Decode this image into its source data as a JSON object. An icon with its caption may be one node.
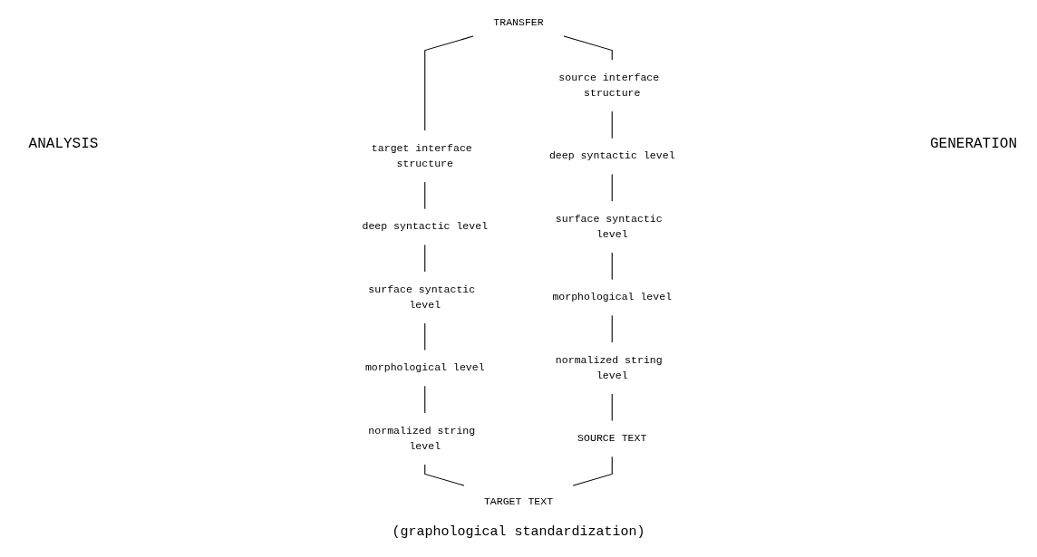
{
  "diagram": {
    "nodes": [
      {
        "text": [
          "TRANSFER"
        ]
      },
      {
        "text": [
          "source interface structure"
        ]
      },
      {
        "text": [
          "target interface structure"
        ]
      },
      {
        "text": [
          "deep syntactic level"
        ]
      },
      {
        "text": [
          "surface syntactic level"
        ]
      },
      {
        "text": [
          "morphological level"
        ]
      },
      {
        "text": [
          "normalized string level"
        ]
      },
      {
        "text": [
          "SOURCE TEXT"
        ]
      },
      {
        "text": [
          "deep syntactic level"
        ]
      },
      {
        "text": [
          "surface syntactic level"
        ]
      },
      {
        "text": [
          "morphological level"
        ]
      },
      {
        "text": [
          "normalized string level"
        ]
      },
      {
        "text": [
          "TARGET TEXT"
        ]
      }
    ],
    "edges": [
      {
        "from": 0,
        "to": 1,
        "arrow": "none"
      },
      {
        "from": 0,
        "to": 2,
        "arrow": "none"
      },
      {
        "from": 1,
        "to": 3,
        "arrow": "none"
      },
      {
        "from": 3,
        "to": 4,
        "arrow": "none"
      },
      {
        "from": 4,
        "to": 5,
        "arrow": "none"
      },
      {
        "from": 5,
        "to": 6,
        "arrow": "none"
      },
      {
        "from": 6,
        "to": 7,
        "arrow": "none"
      },
      {
        "from": 2,
        "to": 8,
        "arrow": "none"
      },
      {
        "from": 8,
        "to": 9,
        "arrow": "none"
      },
      {
        "from": 9,
        "to": 10,
        "arrow": "none"
      },
      {
        "from": 10,
        "to": 11,
        "arrow": "none"
      },
      {
        "from": 11,
        "to": 12,
        "arrow": "none"
      },
      {
        "from": 7,
        "to": 12,
        "arrow": "none"
      }
    ],
    "labels": [
      "ANALYSIS",
      "GENERATION",
      "(graphological standardization)"
    ]
  }
}
